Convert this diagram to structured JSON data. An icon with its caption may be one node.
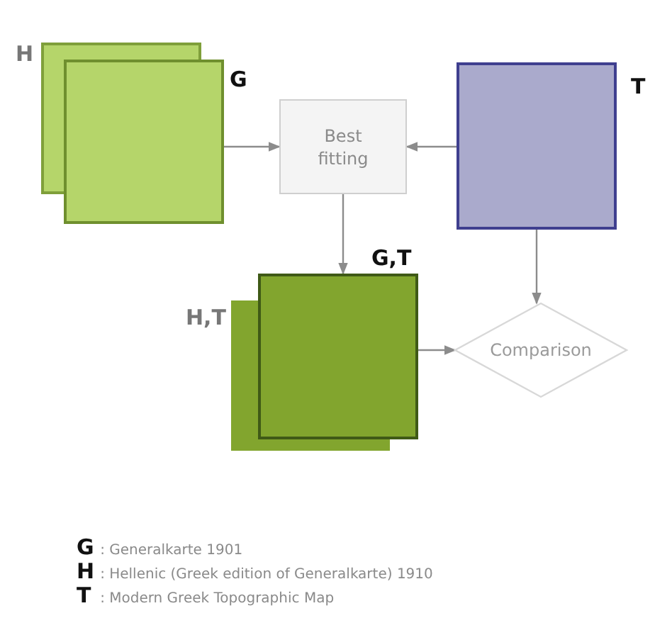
{
  "diagram": {
    "nodes": [
      {
        "text": [
          "H"
        ]
      },
      {
        "text": [
          "G"
        ]
      },
      {
        "text": [
          "Best fitting"
        ]
      },
      {
        "text": [
          "T"
        ]
      },
      {
        "text": [
          "H,T"
        ]
      },
      {
        "text": [
          "G,T"
        ]
      },
      {
        "text": [
          "Comparison"
        ]
      }
    ],
    "edges": [
      {
        "from": 1,
        "to": 2,
        "arrow": "to"
      },
      {
        "from": 3,
        "to": 2,
        "arrow": "to"
      },
      {
        "from": 2,
        "to": 5,
        "arrow": "to"
      },
      {
        "from": 3,
        "to": 6,
        "arrow": "to"
      },
      {
        "from": 5,
        "to": 6,
        "arrow": "to"
      }
    ],
    "labels": [
      "G",
      ": Generalkarte 1901",
      "H",
      ": Hellenic (Greek edition of Generalkarte) 1910",
      "T",
      ": Modern Greek Topographic Map"
    ]
  }
}
